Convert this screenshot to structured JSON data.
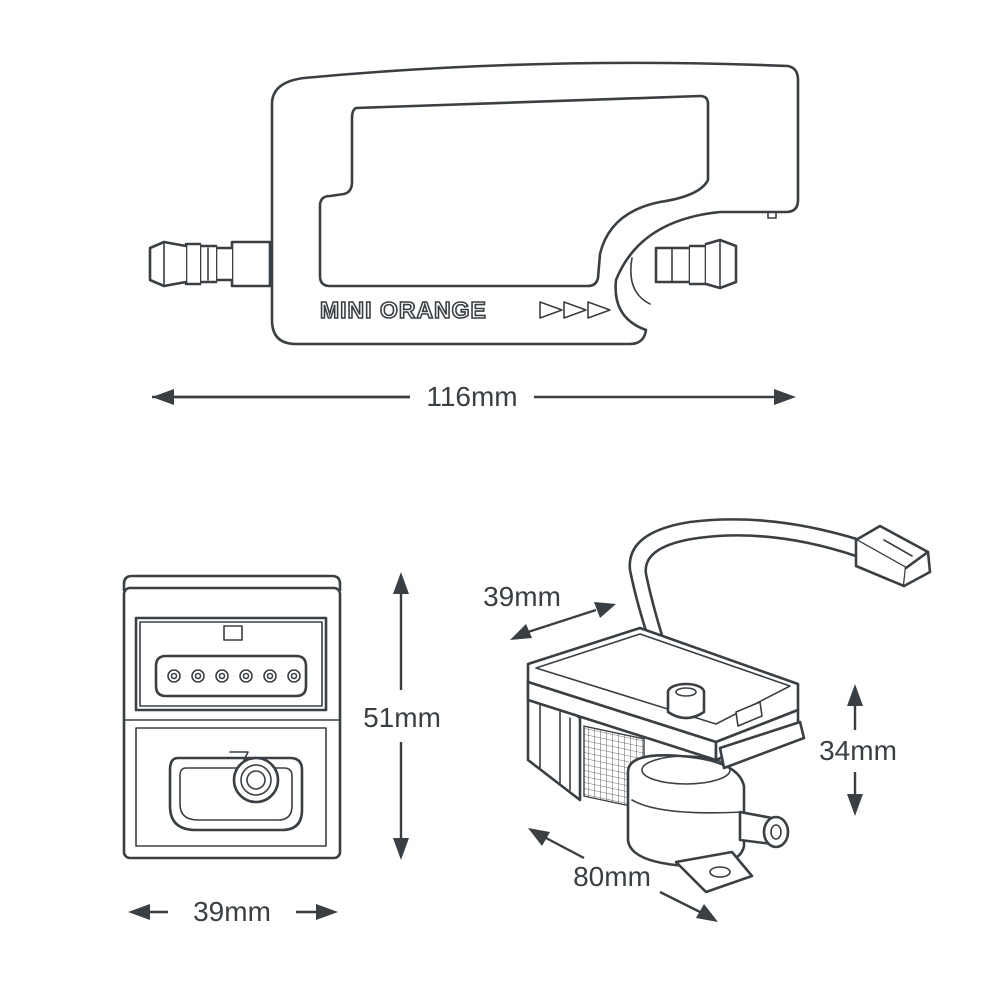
{
  "brand_label": "MINI ORANGE",
  "dimensions": {
    "top_length": "116mm",
    "front_width": "39mm",
    "front_height": "51mm",
    "iso_depth": "39mm",
    "iso_length": "80mm",
    "iso_height": "34mm"
  },
  "colors": {
    "line": "#3a3f44",
    "background": "#ffffff"
  }
}
